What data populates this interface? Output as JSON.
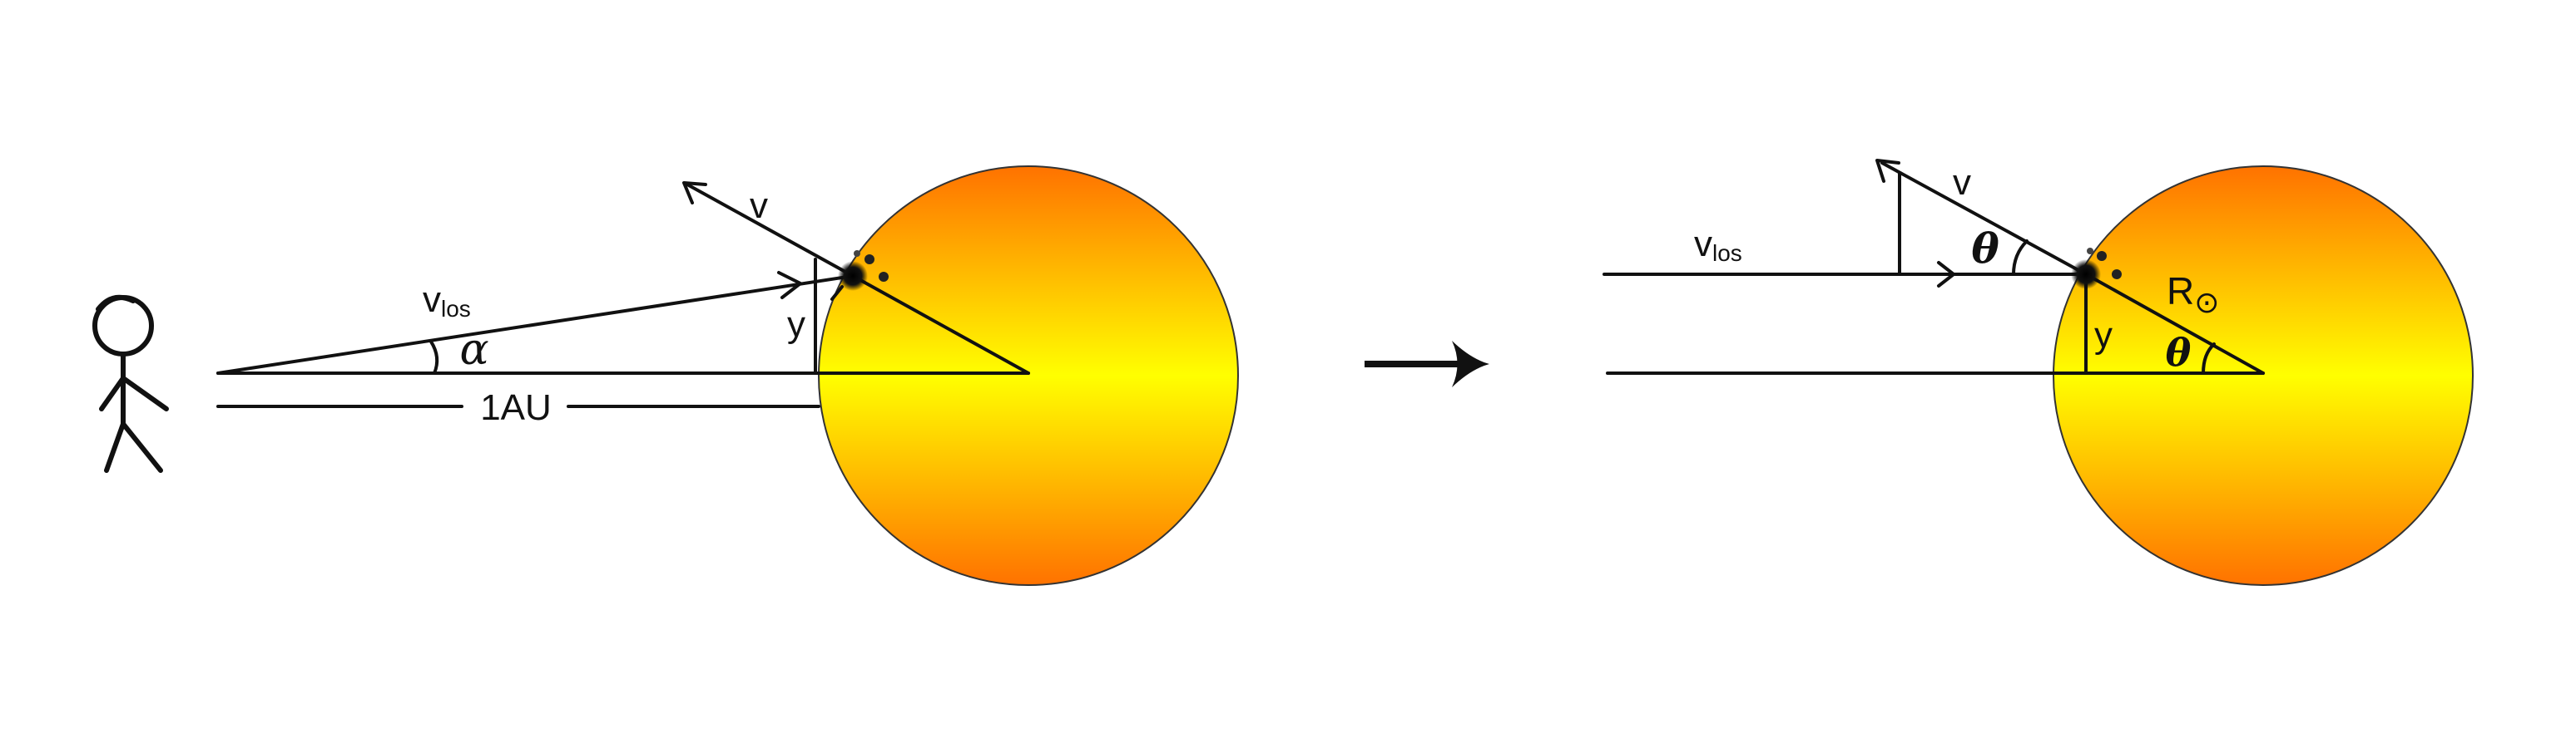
{
  "left_panel": {
    "label_v": "v",
    "label_vlos_main": "v",
    "label_vlos_sub": "los",
    "label_y": "y",
    "label_alpha": "α",
    "label_distance": "1AU"
  },
  "right_panel": {
    "label_v": "v",
    "label_vlos_main": "v",
    "label_vlos_sub": "los",
    "label_y": "y",
    "label_theta_top": "θ",
    "label_theta_bottom": "θ",
    "label_radius_main": "R",
    "label_radius_symbol": "⊙"
  },
  "colors": {
    "sun_center": "#ffff00",
    "sun_edge": "#ff7700",
    "line": "#111111"
  }
}
